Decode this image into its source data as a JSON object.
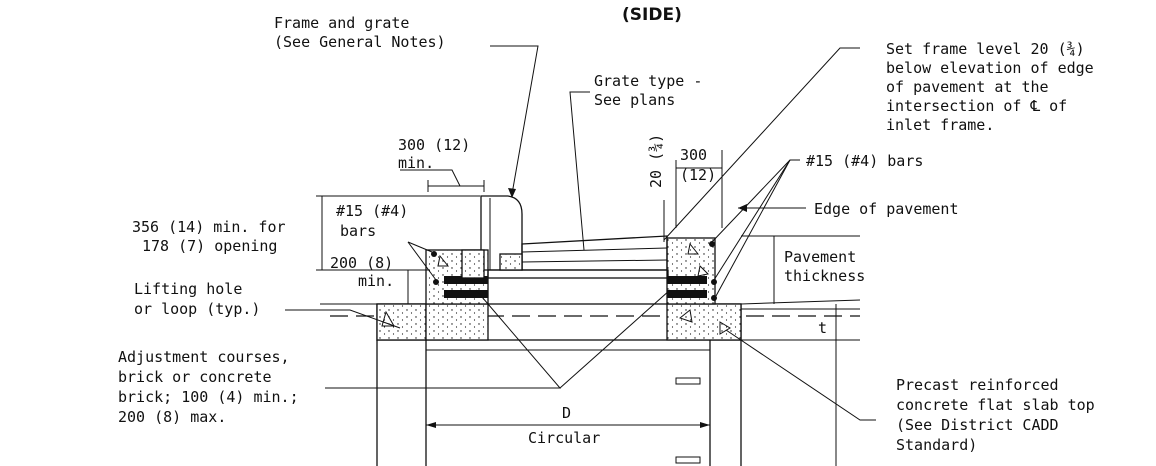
{
  "diagram": {
    "title": "(SIDE)",
    "labels": {
      "frame_grate_1": "Frame and grate",
      "frame_grate_2": "(See General Notes)",
      "grate_type_1": "Grate type -",
      "grate_type_2": "See plans",
      "set_frame_1": "Set frame level 20 (¾)",
      "set_frame_2": "below elevation of edge",
      "set_frame_3": "of pavement at the",
      "set_frame_4": "intersection of ℄ of",
      "set_frame_5": "inlet frame.",
      "dim_300_min_1": "300 (12)",
      "dim_300_min_2": "min.",
      "dim_20_vert": "20 (¾)",
      "dim_300_a": "300",
      "dim_300_b": "(12)",
      "bars_right": "#15 (#4) bars",
      "edge_pavement": "Edge of pavement",
      "dim_356_1": "356 (14) min. for",
      "dim_356_2": "178 (7) opening",
      "bars_left_1": "#15 (#4)",
      "bars_left_2": "bars",
      "pavement_thk_1": "Pavement",
      "pavement_thk_2": "thickness",
      "dim_200_1": "200 (8)",
      "dim_200_2": "min.",
      "lifting_1": "Lifting hole",
      "lifting_2": "or loop (typ.)",
      "dim_t": "t",
      "adjust_1": "Adjustment courses,",
      "adjust_2": "brick or concrete",
      "adjust_3": "brick; 100 (4) min.;",
      "adjust_4": "200 (8) max.",
      "dim_D": "D",
      "circular": "Circular",
      "precast_1": "Precast reinforced",
      "precast_2": "concrete flat slab top",
      "precast_3": "(See District CADD",
      "precast_4": "Standard)"
    }
  }
}
